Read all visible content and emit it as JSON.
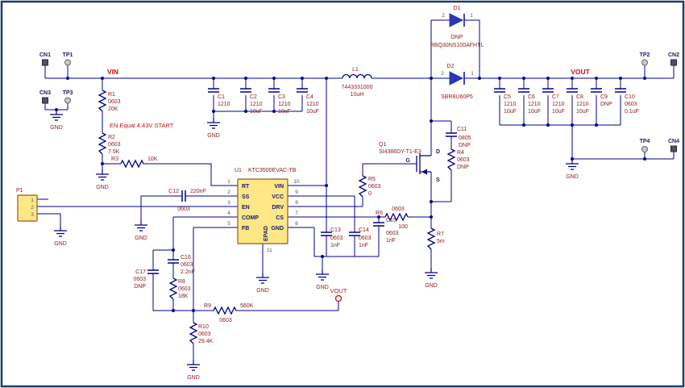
{
  "sheet": {
    "bg": "#ffffff",
    "border_color": "#1d3c6e"
  },
  "colors": {
    "wire": "#00008B",
    "part_fill": "#FFE787",
    "part_stroke": "#8a6016",
    "diode_fill": "#2B36B5",
    "designator_text": "#8B1A1A",
    "net_label_text": "#C21111",
    "pin_number_text": "#555555",
    "pin_name_text": "#16167A"
  },
  "nets": {
    "vin": "VIN",
    "vout": "VOUT",
    "vout_tp": "VOUT",
    "gnd": "GND",
    "en_note": "EN Equal 4.43V START"
  },
  "testpoints": {
    "tp1": "TP1",
    "tp2": "TP2",
    "tp3": "TP3",
    "tp4": "TP4"
  },
  "connectors": {
    "cn1": "CN1",
    "cn2": "CN2",
    "cn3": "CN3",
    "cn4": "CN4"
  },
  "p1": {
    "ref": "P1",
    "pins": [
      "1",
      "2",
      "3"
    ]
  },
  "u1": {
    "ref": "U1",
    "part": "KTC3500EVAC-TB",
    "pad_num": "11",
    "pad_name": "EPAD",
    "pins_left": [
      {
        "num": "1",
        "name": "RT"
      },
      {
        "num": "2",
        "name": "SS"
      },
      {
        "num": "3",
        "name": "EN"
      },
      {
        "num": "4",
        "name": "COMP"
      },
      {
        "num": "5",
        "name": "FB"
      }
    ],
    "pins_right": [
      {
        "num": "10",
        "name": "VIN"
      },
      {
        "num": "9",
        "name": "VCC"
      },
      {
        "num": "8",
        "name": "DRV"
      },
      {
        "num": "7",
        "name": "CS"
      },
      {
        "num": "6",
        "name": "GND"
      }
    ]
  },
  "l1": {
    "ref": "L1",
    "part": "7443331000",
    "value": "10uH"
  },
  "d1": {
    "ref": "D1",
    "note": "DNP",
    "part": "RBQ30NS100AFHTL",
    "pin_anode": "2",
    "pin_cathode": "1"
  },
  "d2": {
    "ref": "D2",
    "part": "SBR8U60P5",
    "pin_anode": "2",
    "pin_cathode": "1"
  },
  "q1": {
    "ref": "Q1",
    "part": "SI4386DY-T1-E3",
    "pin_g": "G",
    "pin_d": "D",
    "pin_s": "S"
  },
  "r": {
    "r1": {
      "ref": "R1",
      "size": "0603",
      "value": "20K"
    },
    "r2": {
      "ref": "R2",
      "size": "0603",
      "value": "7.5K"
    },
    "r3": {
      "ref": "R3",
      "value": "10K"
    },
    "r4": {
      "ref": "R4",
      "size": "0603",
      "value": "DNP"
    },
    "r5": {
      "ref": "R5",
      "size": "0603",
      "value": "0"
    },
    "r6": {
      "ref": "R6",
      "size": "0603",
      "value": "100"
    },
    "r7": {
      "ref": "R7",
      "value": "5m"
    },
    "r8": {
      "ref": "R8",
      "size": "0603",
      "value": "18K"
    },
    "r9": {
      "ref": "R9",
      "size": "0603",
      "value": "560K"
    },
    "r10": {
      "ref": "R10",
      "size": "0603",
      "value": "29.4K"
    }
  },
  "c": {
    "c1": {
      "ref": "C1",
      "size": "1210"
    },
    "c2": {
      "ref": "C2",
      "size": "1210",
      "value": "10uF"
    },
    "c3": {
      "ref": "C3",
      "size": "1210",
      "value": "10uF"
    },
    "c4": {
      "ref": "C4",
      "size": "1210",
      "value": "10uF"
    },
    "c5": {
      "ref": "C5",
      "size": "1210",
      "value": "10uF"
    },
    "c6": {
      "ref": "C6",
      "size": "1210",
      "value": "10uF"
    },
    "c7": {
      "ref": "C7",
      "size": "1210",
      "value": "10uF"
    },
    "c8": {
      "ref": "C8",
      "size": "1210",
      "value": "10uF"
    },
    "c9": {
      "ref": "C9",
      "value": "DNP"
    },
    "c10": {
      "ref": "C10",
      "size": "0603",
      "value": "0.1uF"
    },
    "c11": {
      "ref": "C11",
      "size": "0805",
      "value": "DNP"
    },
    "c12": {
      "ref": "C12",
      "size": "0603",
      "value": "220nF"
    },
    "c13": {
      "ref": "C13",
      "size": "0603",
      "value": "1nF"
    },
    "c14": {
      "ref": "C14",
      "size": "0603",
      "value": "1nF"
    },
    "c15": {
      "ref": "C15",
      "size": "0603",
      "value": "1nF"
    },
    "c16": {
      "ref": "C16",
      "size": "0603",
      "value": "2.2nF"
    },
    "c17": {
      "ref": "C17",
      "size": "0603",
      "value": "DNP"
    }
  }
}
